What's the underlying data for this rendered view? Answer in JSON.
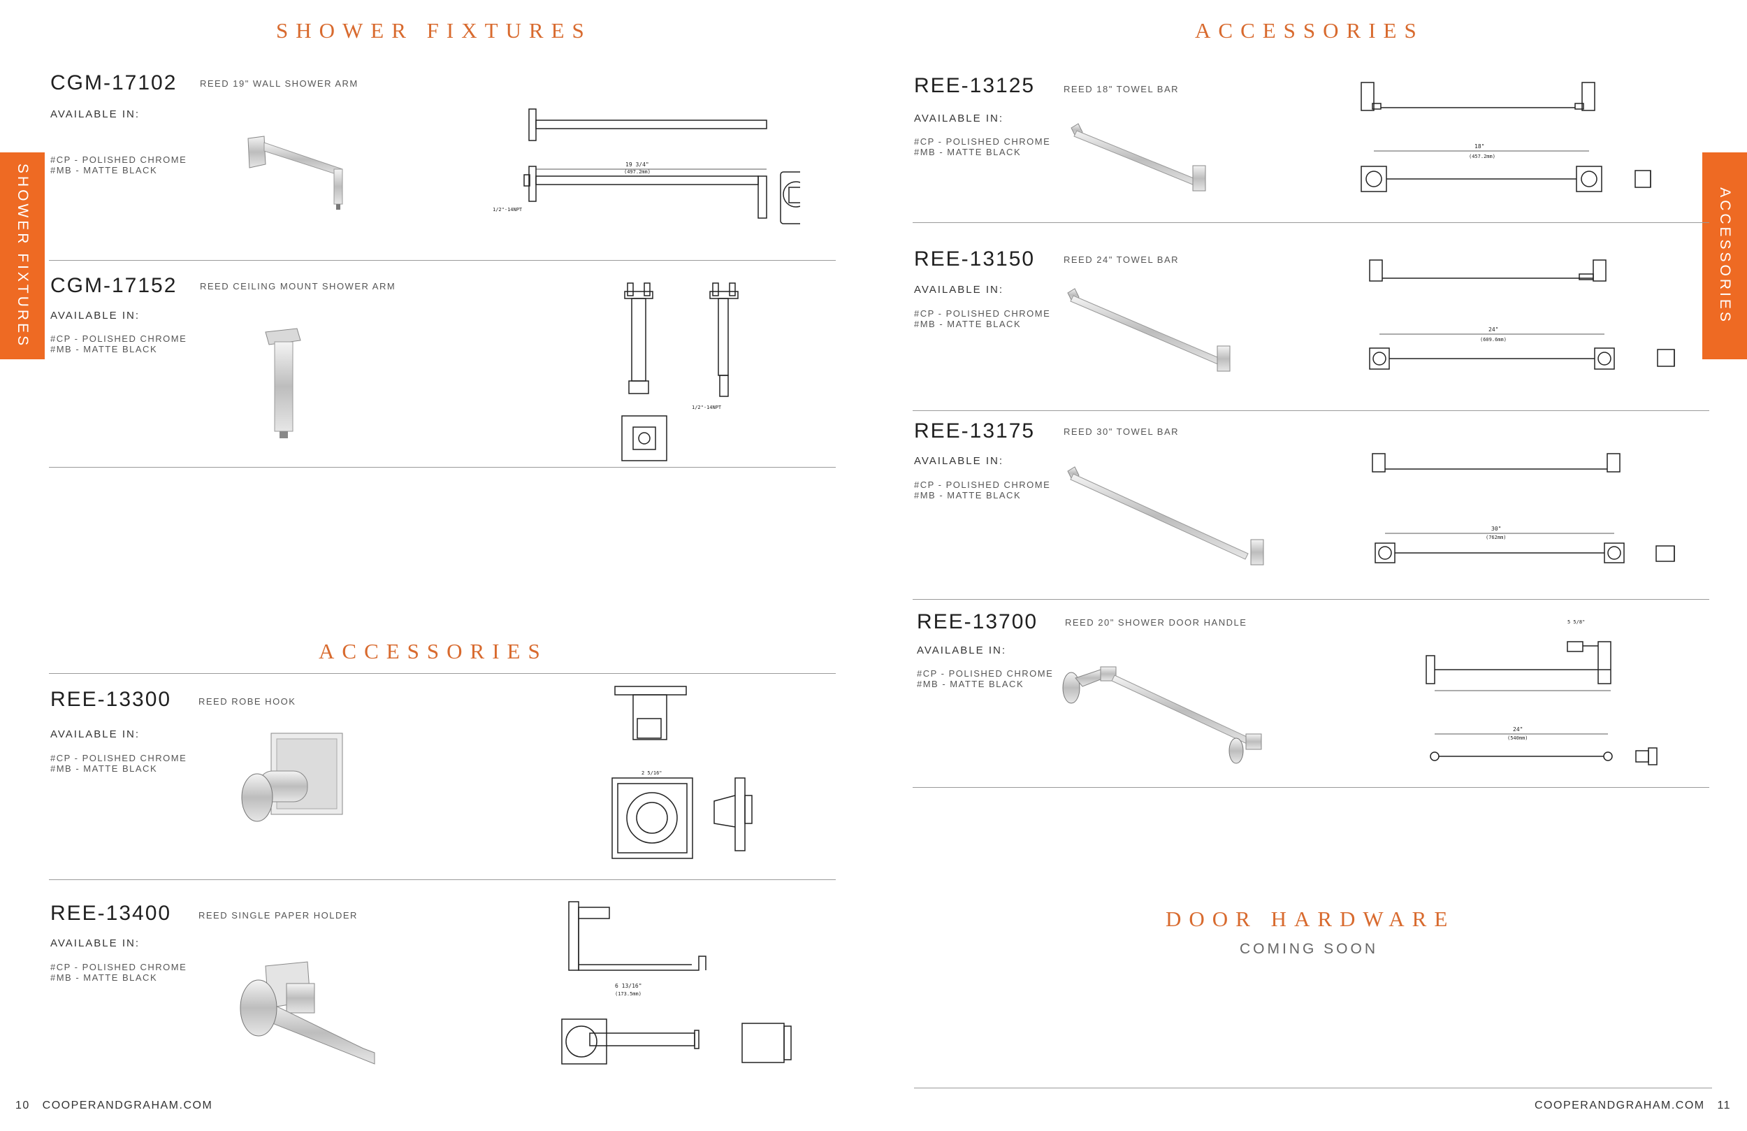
{
  "left_page": {
    "section_title": "SHOWER FIXTURES",
    "side_tab": "SHOWER FIXTURES",
    "accessories_title": "ACCESSORIES",
    "page_number": "10",
    "site": "COOPERANDGRAHAM.COM"
  },
  "right_page": {
    "section_title": "ACCESSORIES",
    "side_tab": "ACCESSORIES",
    "door_title": "DOOR HARDWARE",
    "coming_soon": "COMING SOON",
    "page_number": "11",
    "site": "COOPERANDGRAHAM.COM"
  },
  "available_label": "AVAILABLE IN:",
  "finishes": [
    "#CP - POLISHED CHROME",
    "#MB - MATTE BLACK"
  ],
  "products": {
    "p17102": {
      "sku": "CGM-17102",
      "name": "REED 19\" WALL SHOWER ARM"
    },
    "p17152": {
      "sku": "CGM-17152",
      "name": "REED CEILING MOUNT SHOWER ARM"
    },
    "p13300": {
      "sku": "REE-13300",
      "name": "REED ROBE HOOK"
    },
    "p13400": {
      "sku": "REE-13400",
      "name": "REED SINGLE PAPER HOLDER"
    },
    "p13125": {
      "sku": "REE-13125",
      "name": "REED 18\" TOWEL BAR"
    },
    "p13150": {
      "sku": "REE-13150",
      "name": "REED 24\" TOWEL BAR"
    },
    "p13175": {
      "sku": "REE-13175",
      "name": "REED 30\" TOWEL BAR"
    },
    "p13700": {
      "sku": "REE-13700",
      "name": "REED 20\" SHOWER DOOR HANDLE"
    }
  },
  "dims": {
    "d17102_len": "19 3/4\"",
    "d17102_mm": "(497.2mm)",
    "d17102_thread": "1/2\"-14NPT",
    "d13125_len": "18\"",
    "d13125_mm": "(457.2mm)",
    "d13150_len": "24\"",
    "d13150_mm": "(609.6mm)",
    "d13175_len": "30\"",
    "d13175_mm": "(762mm)",
    "d13700_len": "24\"",
    "d13700_mm": "(540mm)",
    "d13700_top": "5 5/8\"",
    "d13300_w": "2 5/16\"",
    "d13400_len": "6 13/16\"",
    "d13400_mm": "(173.5mm)",
    "d17152_thread": "1/2\"-14NPT"
  }
}
